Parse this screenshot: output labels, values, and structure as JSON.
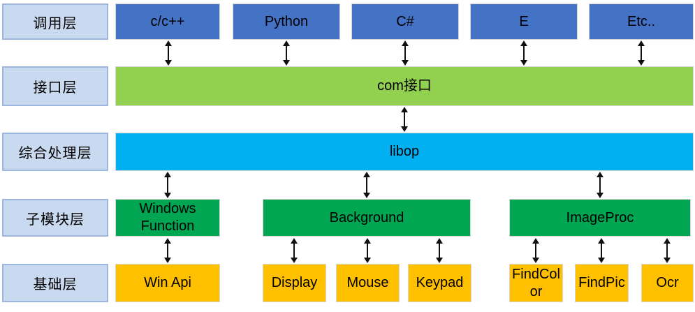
{
  "diagram": {
    "title": "layered-architecture-diagram",
    "layer_labels": [
      {
        "label": "调用层"
      },
      {
        "label": "接口层"
      },
      {
        "label": "综合处理层"
      },
      {
        "label": "子模块层"
      },
      {
        "label": "基础层"
      }
    ],
    "call_boxes": [
      {
        "label": "c/c++"
      },
      {
        "label": "Python"
      },
      {
        "label": "C#"
      },
      {
        "label": "E"
      },
      {
        "label": "Etc.."
      }
    ],
    "interface_bar": {
      "label": "com接口"
    },
    "core_bar": {
      "label": "libop"
    },
    "submodules": [
      {
        "label": "Windows Function"
      },
      {
        "label": "Background"
      },
      {
        "label": "ImageProc"
      }
    ],
    "base_modules": [
      {
        "label": "Win Api"
      },
      {
        "label": "Display"
      },
      {
        "label": "Mouse"
      },
      {
        "label": "Keypad"
      },
      {
        "label": "FindColor"
      },
      {
        "label": "FindPic"
      },
      {
        "label": "Ocr"
      }
    ],
    "colors": {
      "label_fill": "#c9d9ef",
      "label_border": "#9bb7de",
      "blue": "#4472c4",
      "green_bar": "#92d050",
      "cyan": "#00b0f0",
      "green_box": "#00a651",
      "orange": "#ffc000"
    }
  }
}
